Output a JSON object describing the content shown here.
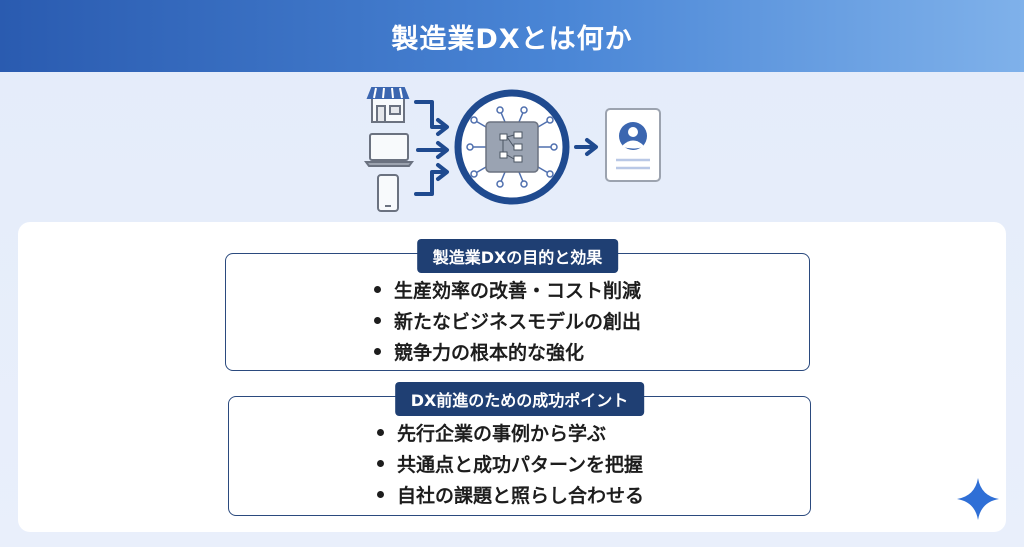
{
  "header": {
    "title": "製造業DXとは何か"
  },
  "diagram": {
    "inputs": [
      "store-icon",
      "laptop-icon",
      "smartphone-icon"
    ],
    "hub": "digital-transformation-hub-icon",
    "output": "profile-card-icon"
  },
  "sections": [
    {
      "title": "製造業DXの目的と効果",
      "items": [
        "生産効率の改善・コスト削減",
        "新たなビジネスモデルの創出",
        "競争力の根本的な強化"
      ]
    },
    {
      "title": "DX前進のための成功ポイント",
      "items": [
        "先行企業の事例から学ぶ",
        "共通点と成功パターンを把握",
        "自社の課題と照らし合わせる"
      ]
    }
  ],
  "colors": {
    "header_start": "#2a5bb0",
    "header_end": "#7fb1ea",
    "accent": "#1f4a8f",
    "badge": "#1f3f73",
    "sparkle": "#2f6fd6"
  }
}
